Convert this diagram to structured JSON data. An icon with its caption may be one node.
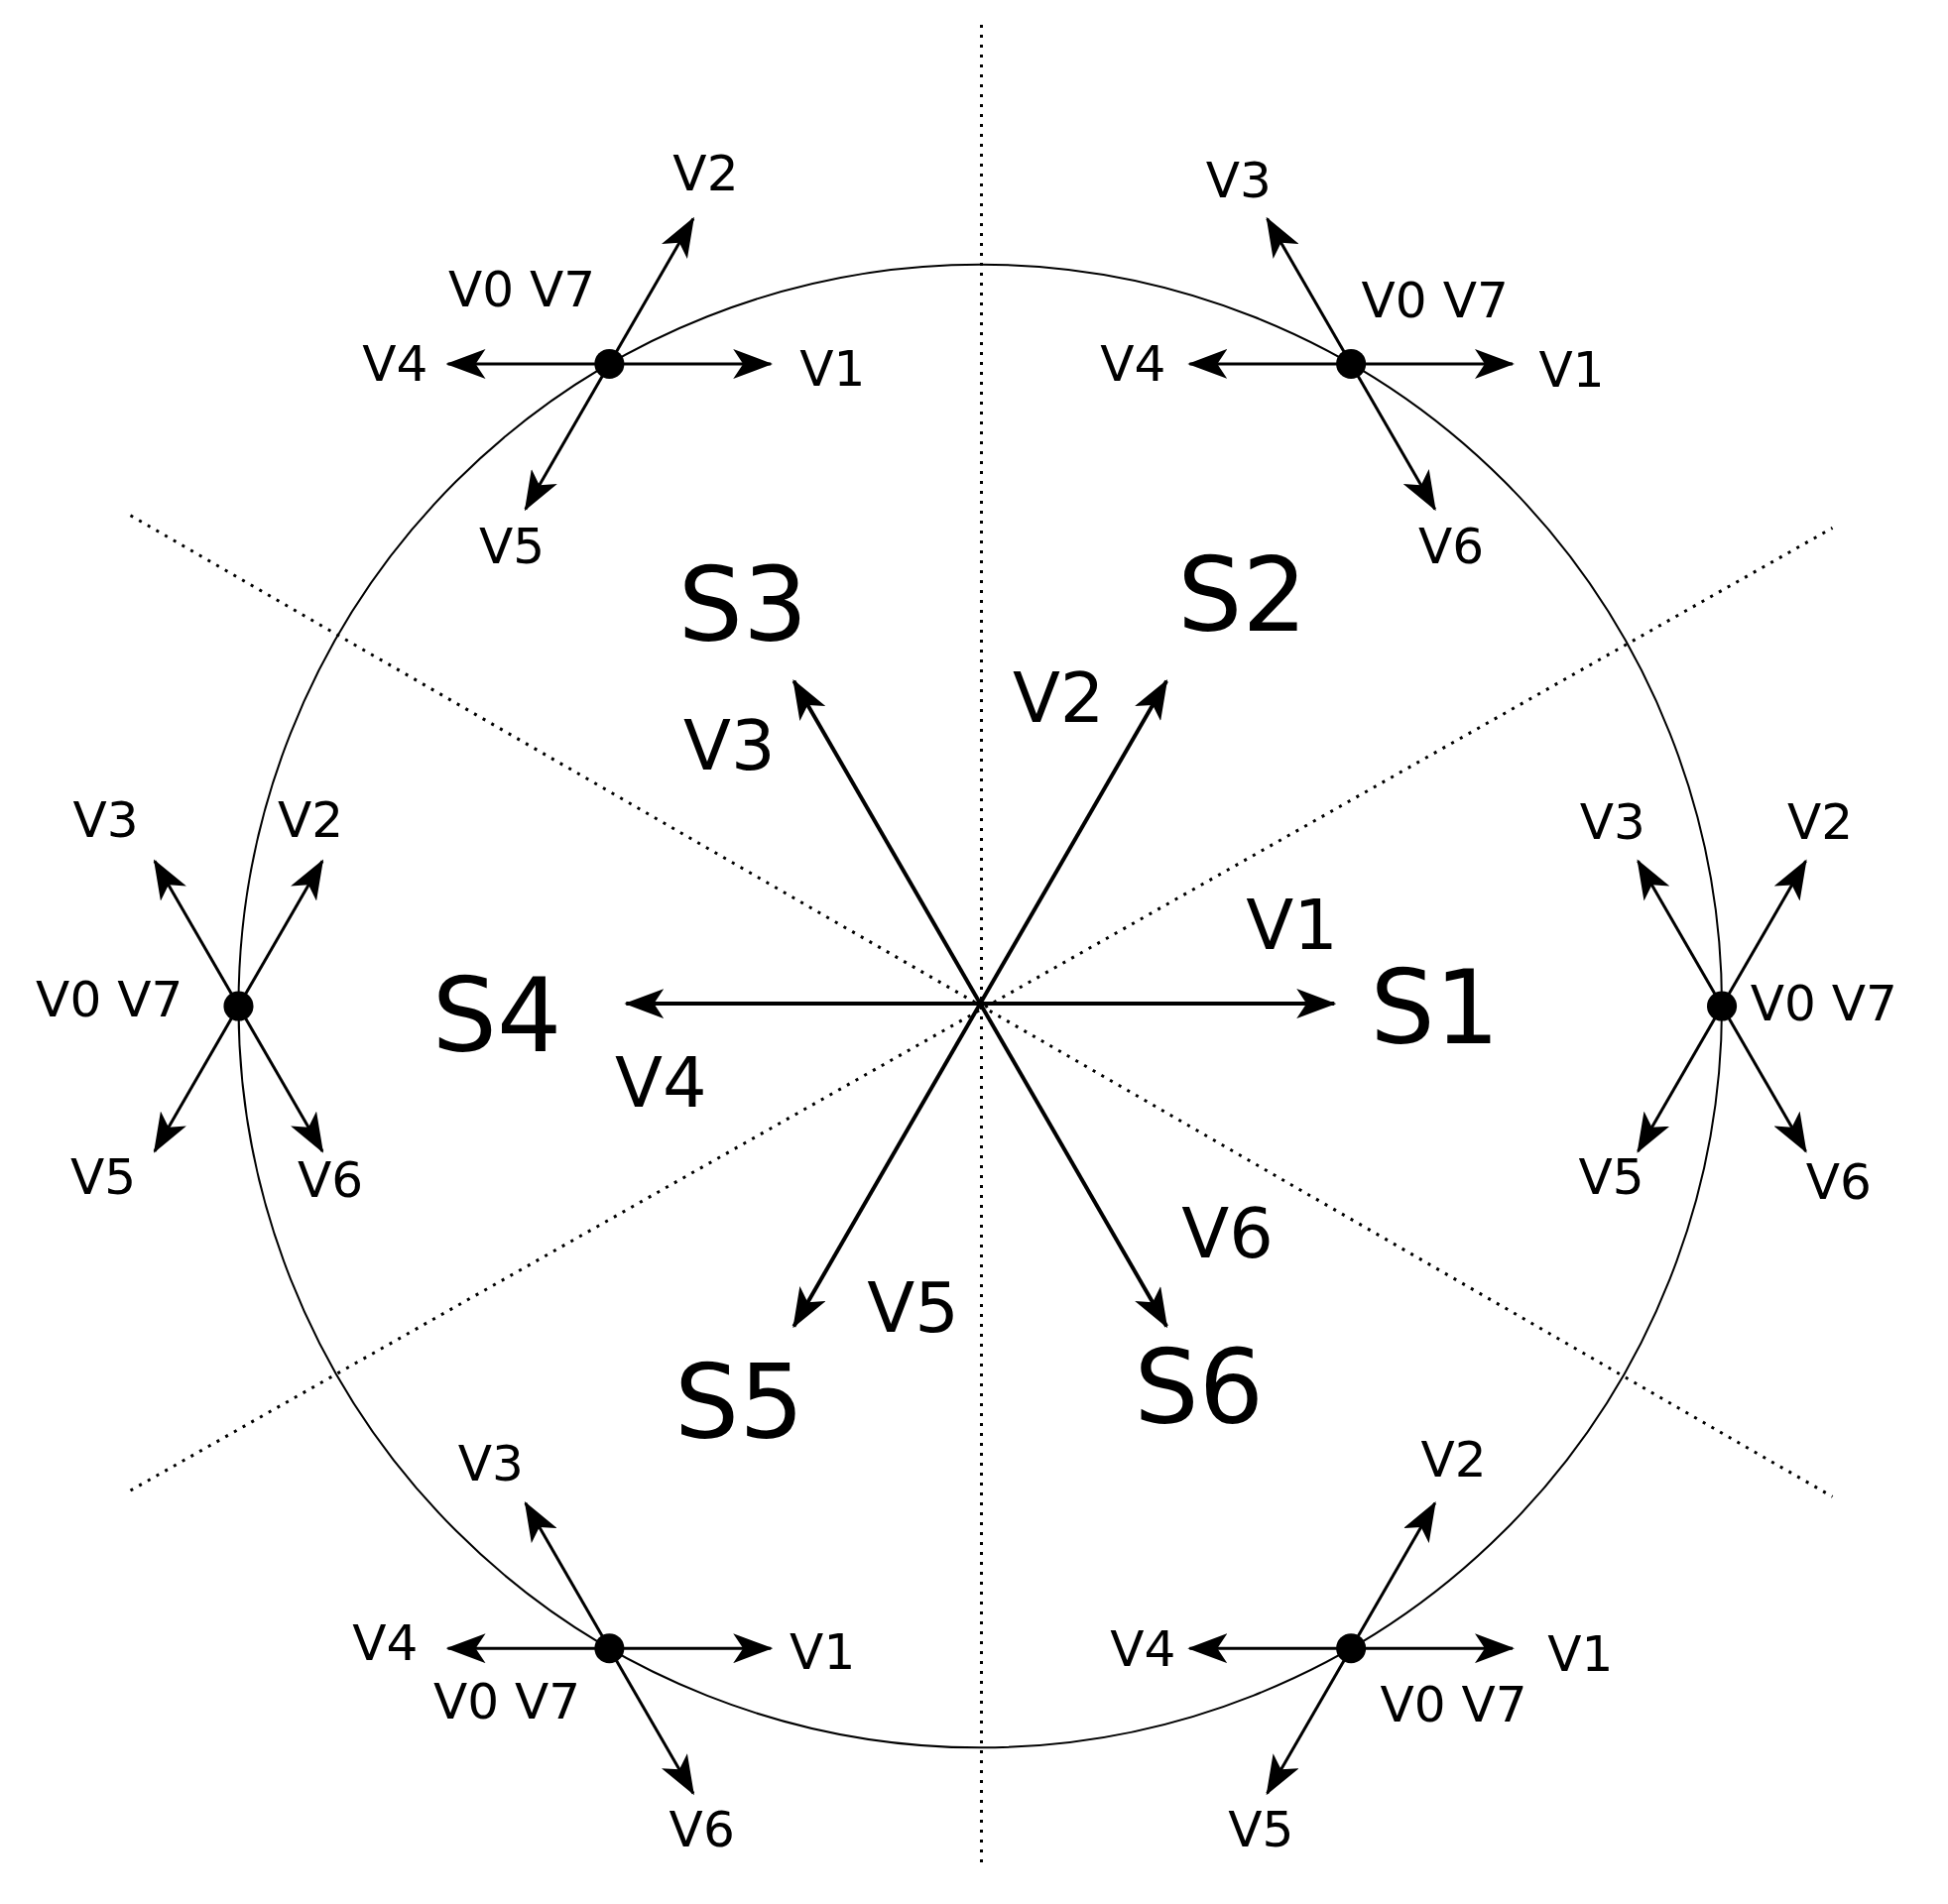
{
  "diagram": {
    "labels": [
      "V2",
      "V0 V7",
      "V4",
      "V1",
      "V5",
      "V3",
      "V0 V7",
      "V4",
      "V1",
      "V6",
      "S3",
      "S2",
      "V2",
      "V3",
      "V3",
      "V2",
      "V0 V7",
      "V5",
      "V6",
      "V3",
      "V2",
      "V0 V7",
      "V5",
      "V6",
      "V1",
      "S4",
      "S1",
      "V4",
      "V6",
      "V5",
      "S5",
      "S6",
      "V3",
      "V4",
      "V1",
      "V0 V7",
      "V6",
      "V2",
      "V4",
      "V1",
      "V0 V7",
      "V5"
    ]
  }
}
